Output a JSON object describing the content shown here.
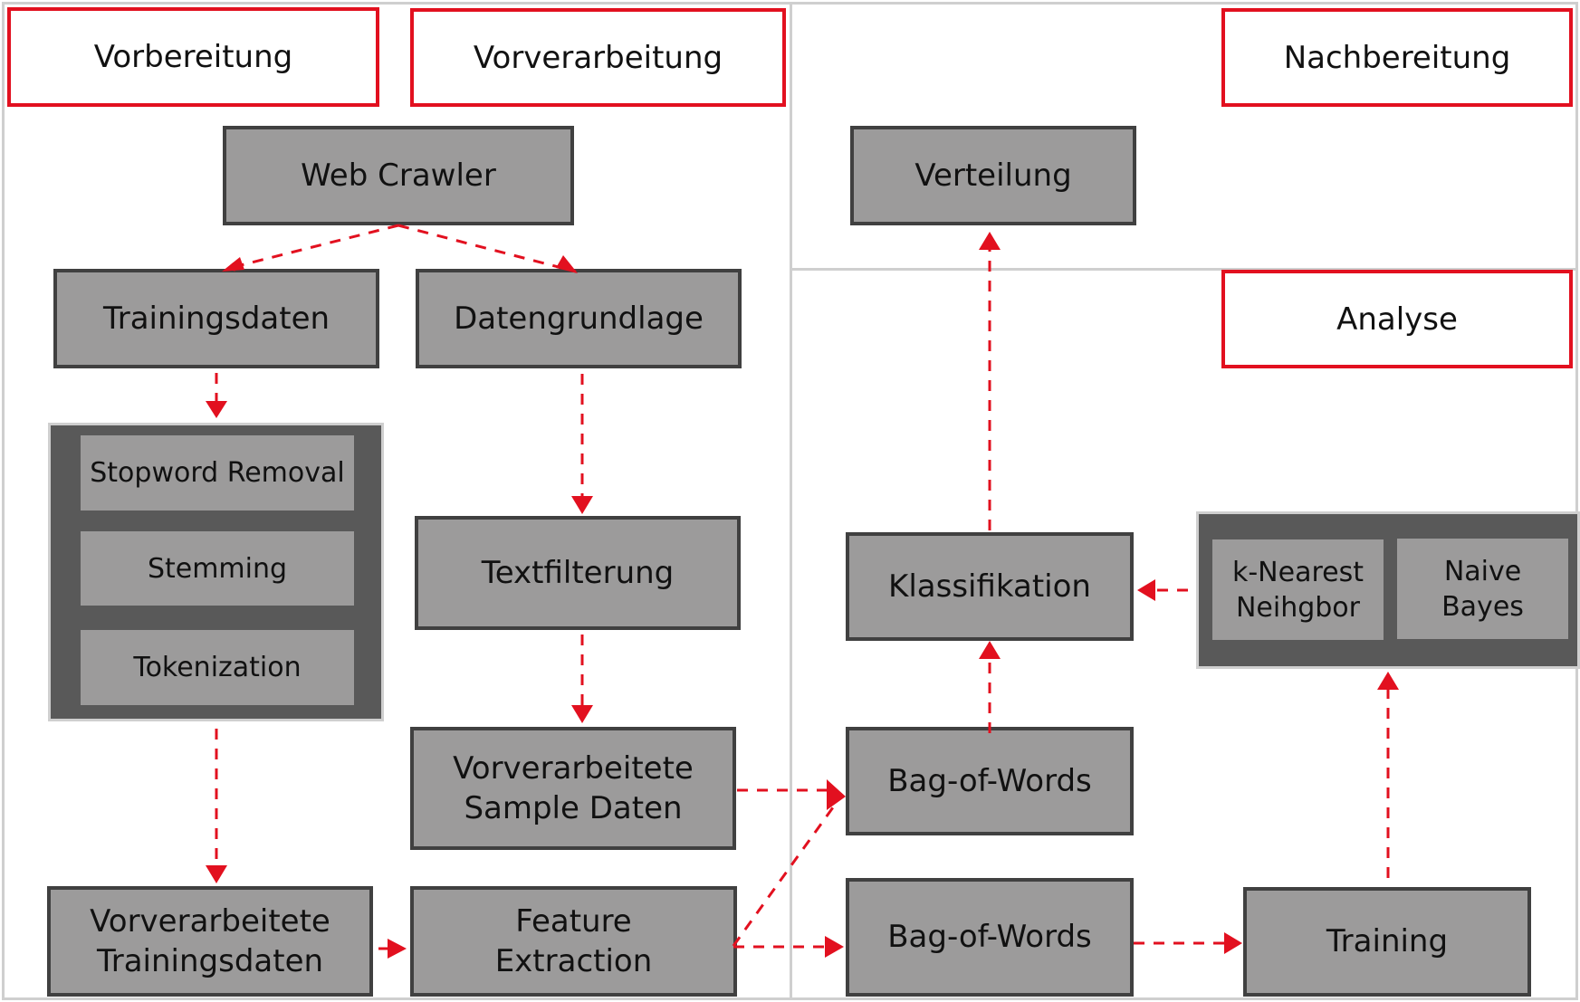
{
  "colors": {
    "accent": "#e2101f",
    "node_fill": "#9c9b9b",
    "node_border": "#404040",
    "group_fill": "#595959",
    "frame": "#cfcfcf"
  },
  "phases": {
    "vorbereitung": "Vorbereitung",
    "vorverarbeitung": "Vorverarbeitung",
    "nachbereitung": "Nachbereitung",
    "analyse": "Analyse"
  },
  "nodes": {
    "web_crawler": "Web Crawler",
    "trainingsdaten": "Trainingsdaten",
    "datengrundlage": "Datengrundlage",
    "textfilterung": "Textfilterung",
    "vorverarbeitete_sample": "Vorverarbeitete\nSample Daten",
    "vorverarbeitete_training": "Vorverarbeitete\nTrainingsdaten",
    "feature_extraction": "Feature\nExtraction",
    "verteilung": "Verteilung",
    "klassifikation": "Klassifikation",
    "bag_of_words_1": "Bag-of-Words",
    "bag_of_words_2": "Bag-of-Words",
    "training": "Training"
  },
  "preprocessing_group": [
    "Stopword Removal",
    "Stemming",
    "Tokenization"
  ],
  "classifier_group": [
    "k-Nearest\nNeihgbor",
    "Naive\nBayes"
  ],
  "edges": [
    [
      "Web Crawler",
      "Trainingsdaten"
    ],
    [
      "Web Crawler",
      "Datengrundlage"
    ],
    [
      "Trainingsdaten",
      "Preprocessing group"
    ],
    [
      "Preprocessing group",
      "Vorverarbeitete Trainingsdaten"
    ],
    [
      "Vorverarbeitete Trainingsdaten",
      "Feature Extraction"
    ],
    [
      "Datengrundlage",
      "Textfilterung"
    ],
    [
      "Textfilterung",
      "Vorverarbeitete Sample Daten"
    ],
    [
      "Vorverarbeitete Sample Daten",
      "Bag-of-Words (1)"
    ],
    [
      "Feature Extraction",
      "Bag-of-Words (1)"
    ],
    [
      "Feature Extraction",
      "Bag-of-Words (2)"
    ],
    [
      "Bag-of-Words (2)",
      "Training"
    ],
    [
      "Training",
      "Classifier group"
    ],
    [
      "Classifier group",
      "Klassifikation"
    ],
    [
      "Bag-of-Words (1)",
      "Klassifikation"
    ],
    [
      "Klassifikation",
      "Verteilung"
    ]
  ]
}
